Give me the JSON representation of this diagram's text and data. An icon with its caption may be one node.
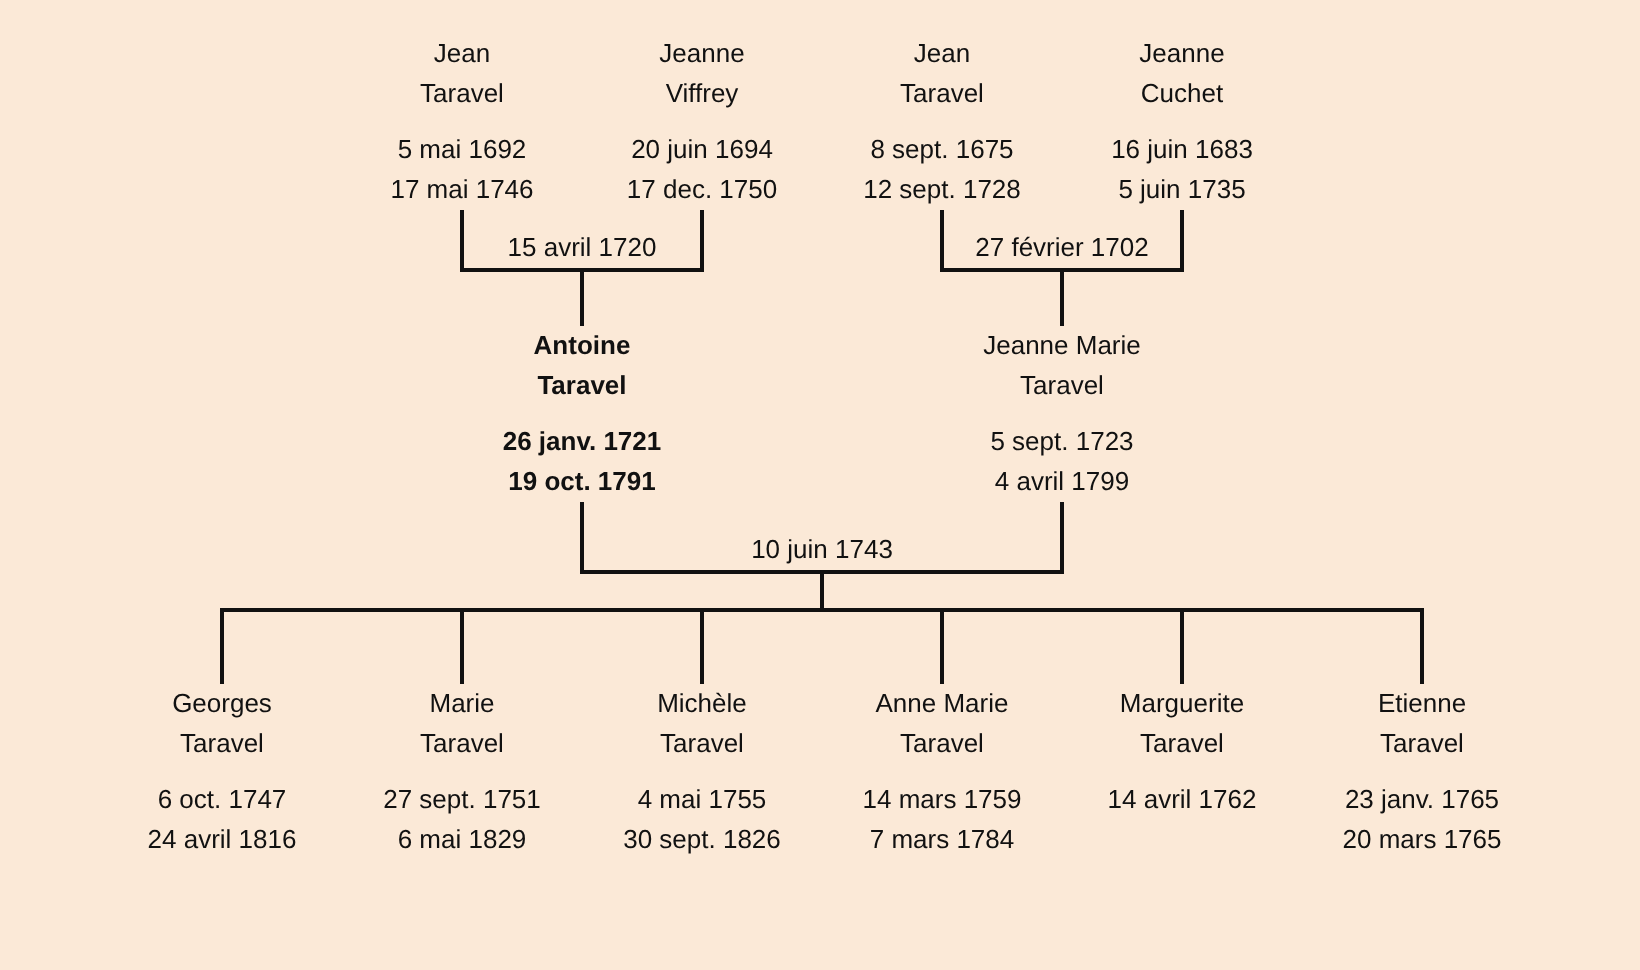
{
  "diagram": {
    "nodes": [
      {
        "text": [
          "Jean",
          "Taravel",
          "5 mai 1692",
          "17 mai 1746"
        ]
      },
      {
        "text": [
          "Jeanne",
          "Viffrey",
          "20 juin 1694",
          "17 dec. 1750"
        ]
      },
      {
        "text": [
          "Jean",
          "Taravel",
          "8 sept. 1675",
          "12 sept. 1728"
        ]
      },
      {
        "text": [
          "Jeanne",
          "Cuchet",
          "16 juin 1683",
          "5 juin 1735"
        ]
      },
      {
        "text": [
          "15 avril 1720"
        ]
      },
      {
        "text": [
          "27 février 1702"
        ]
      },
      {
        "text": [
          "Antoine",
          "Taravel",
          "26 janv. 1721",
          "19 oct. 1791"
        ]
      },
      {
        "text": [
          "Jeanne Marie",
          "Taravel",
          "5 sept. 1723",
          "4 avril 1799"
        ]
      },
      {
        "text": [
          "10 juin 1743"
        ]
      },
      {
        "text": [
          "Georges",
          "Taravel",
          "6 oct. 1747",
          "24 avril 1816"
        ]
      },
      {
        "text": [
          "Marie",
          "Taravel",
          "27 sept. 1751",
          "6 mai 1829"
        ]
      },
      {
        "text": [
          "Michèle",
          "Taravel",
          "4 mai 1755",
          "30 sept. 1826"
        ]
      },
      {
        "text": [
          "Anne Marie",
          "Taravel",
          "14 mars 1759",
          "7 mars 1784"
        ]
      },
      {
        "text": [
          "Marguerite",
          "Taravel",
          "14 avril 1762"
        ]
      },
      {
        "text": [
          "Etienne",
          "Taravel",
          "23 janv. 1765",
          "20 mars 1765"
        ]
      }
    ],
    "edges": [
      {
        "from": 0,
        "to": 4,
        "arrow": "none"
      },
      {
        "from": 1,
        "to": 4,
        "arrow": "none"
      },
      {
        "from": 2,
        "to": 5,
        "arrow": "none"
      },
      {
        "from": 3,
        "to": 5,
        "arrow": "none"
      },
      {
        "from": 4,
        "to": 6,
        "arrow": "none"
      },
      {
        "from": 5,
        "to": 7,
        "arrow": "none"
      },
      {
        "from": 6,
        "to": 8,
        "arrow": "none"
      },
      {
        "from": 7,
        "to": 8,
        "arrow": "none"
      },
      {
        "from": 8,
        "to": 9,
        "arrow": "none"
      },
      {
        "from": 8,
        "to": 10,
        "arrow": "none"
      },
      {
        "from": 8,
        "to": 11,
        "arrow": "none"
      },
      {
        "from": 8,
        "to": 12,
        "arrow": "none"
      },
      {
        "from": 8,
        "to": 13,
        "arrow": "none"
      },
      {
        "from": 8,
        "to": 14,
        "arrow": "none"
      }
    ]
  }
}
